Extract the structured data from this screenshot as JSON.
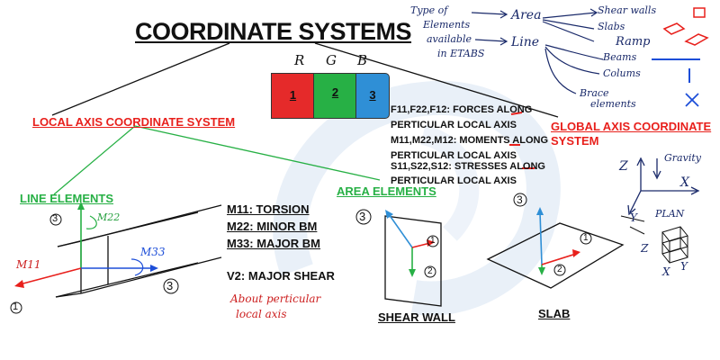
{
  "title": "COORDINATE SYSTEMS",
  "rgb": {
    "letters": [
      "R",
      "G",
      "B"
    ],
    "numbers": [
      "1",
      "2",
      "3"
    ],
    "colors": [
      "#e52a2a",
      "#27b045",
      "#2f8fd6"
    ]
  },
  "headings": {
    "local_axis": "LOCAL AXIS COORDINATE SYSTEM",
    "global_axis_line1": "GLOBAL AXIS COORDINATE",
    "global_axis_line2": "SYSTEM",
    "line_elements": "LINE ELEMENTS",
    "area_elements": "AREA ELEMENTS"
  },
  "result_notes": [
    "F11,F22,F12: FORCES ALONG",
    "PERTICULAR LOCAL AXIS",
    "M11,M22,M12: MOMENTS ALONG",
    "PERTICULAR LOCAL AXIS",
    "S11,S22,S12: STRESSES ALONG",
    "PERTICULAR LOCAL AXIS"
  ],
  "moments": {
    "m11": "M11: TORSION",
    "m22": "M22: MINOR BM",
    "m33": "M33: MAJOR BM",
    "v2": "V2: MAJOR SHEAR"
  },
  "handwritten_note": {
    "line1": "About perticular",
    "line2": "local axis"
  },
  "beam_labels": {
    "m11": "M11",
    "m22": "M22",
    "m33": "M33",
    "axis3_top": "3",
    "axis3_bottom": "3",
    "axis1": "1"
  },
  "shear_wall": {
    "caption": "SHEAR WALL",
    "axis3": "3",
    "axis1": "1",
    "axis2": "2"
  },
  "slab": {
    "caption": "SLAB",
    "axis3": "3",
    "axis1": "1",
    "axis2": "2"
  },
  "element_types": {
    "intro_line1": "Type of",
    "intro_line2": "Elements",
    "intro_line3": "available",
    "intro_line4": "in ETABS",
    "area": "Area",
    "line": "Line",
    "area_items": [
      "Shear walls",
      "Slabs",
      "Ramp"
    ],
    "line_items": [
      "Beams",
      "Colums",
      "Brace",
      "elements"
    ]
  },
  "global_axes": {
    "z": "Z",
    "gravity": "Gravity",
    "x": "X",
    "y": "Y",
    "plan": "PLAN",
    "iso_z": "Z",
    "iso_x": "X",
    "iso_y": "Y"
  }
}
